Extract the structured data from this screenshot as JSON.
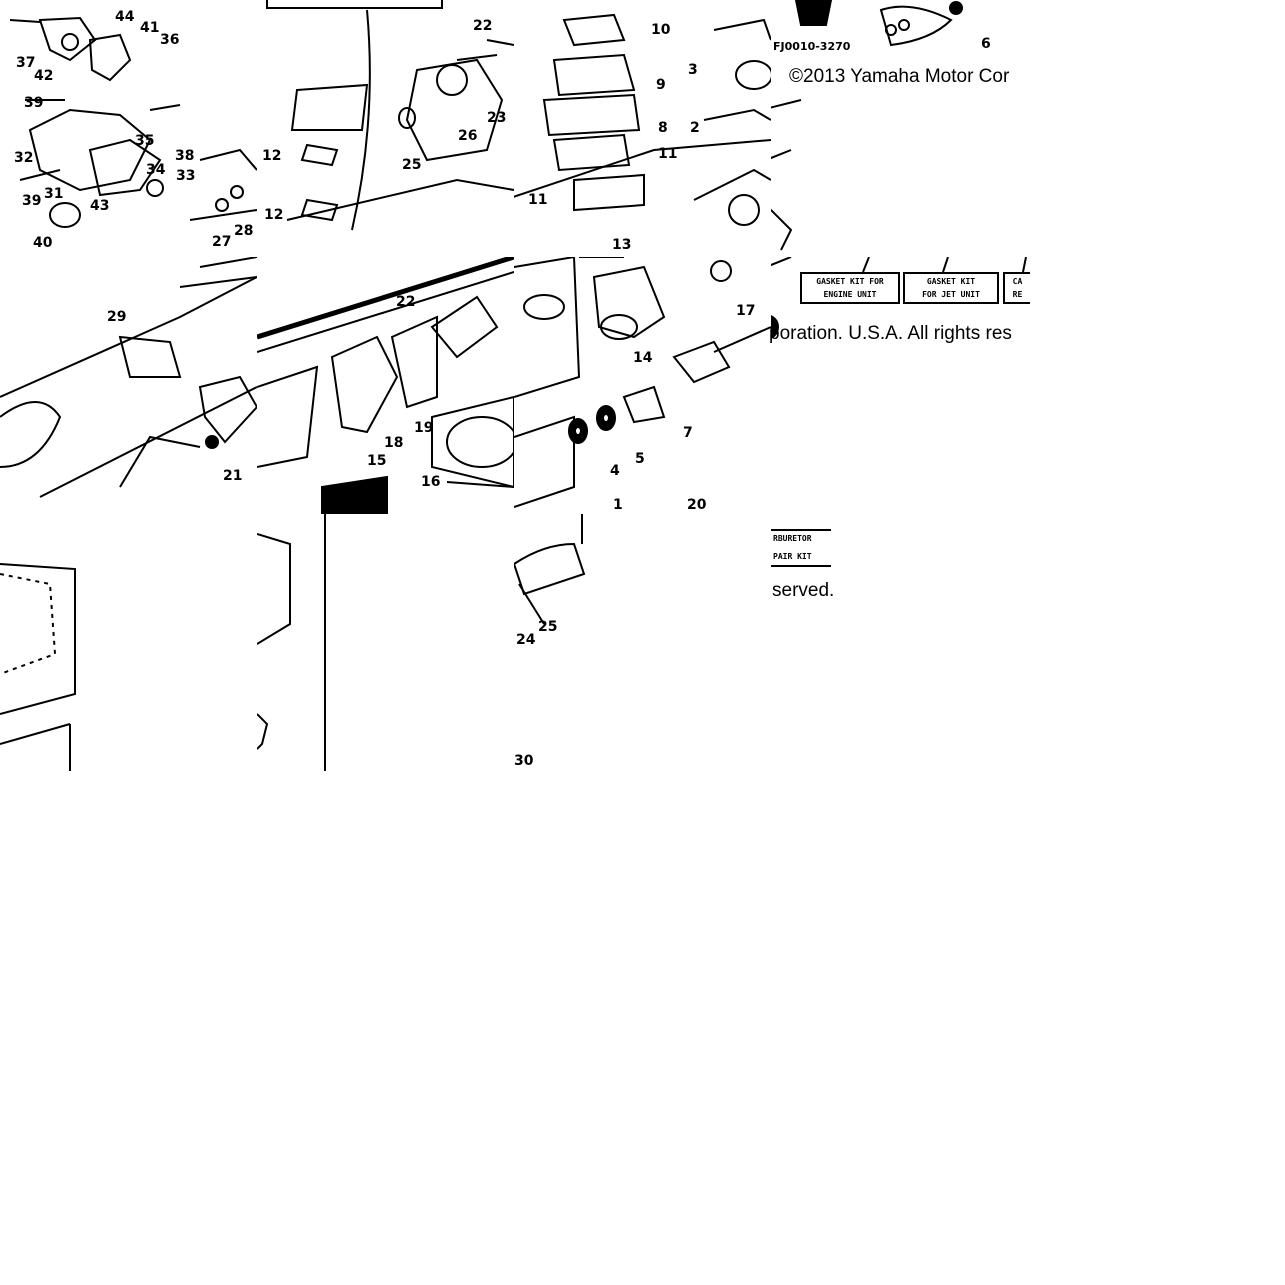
{
  "diagram": {
    "part_code": "FJ0010-3270",
    "copyright_part1": "©2013 Yamaha Motor Cor",
    "copyright_part2": "poration. U.S.A. All rights res",
    "copyright_part3": "served.",
    "kits": [
      {
        "line1": "GASKET KIT FOR",
        "line2": "ENGINE UNIT"
      },
      {
        "line1": "GASKET KIT",
        "line2": "FOR JET UNIT"
      },
      {
        "line1": "CA",
        "line2": "RE"
      }
    ],
    "carb_kit": {
      "line1": "RBURETOR",
      "line2": "PAIR KIT"
    },
    "labels": {
      "l44": "44",
      "l41": "41",
      "l36": "36",
      "l37": "37",
      "l42": "42",
      "l39a": "39",
      "l35": "35",
      "l38": "38",
      "l32": "32",
      "l34": "34",
      "l33": "33",
      "l39b": "39",
      "l31": "31",
      "l43": "43",
      "l40": "40",
      "l22a": "22",
      "l26": "26",
      "l23": "23",
      "l25a": "25",
      "l12a": "12",
      "l12b": "12",
      "l27": "27",
      "l28": "28",
      "l29": "29",
      "l22b": "22",
      "l10": "10",
      "l9": "9",
      "l8": "8",
      "l11a": "11",
      "l11b": "11",
      "l3": "3",
      "l2": "2",
      "l13": "13",
      "l17": "17",
      "l14": "14",
      "l7": "7",
      "l4": "4",
      "l5": "5",
      "l18": "18",
      "l19": "19",
      "l21": "21",
      "l15": "15",
      "l16": "16",
      "l1": "1",
      "l20": "20",
      "l6": "6",
      "l24": "24",
      "l25b": "25",
      "l30": "30"
    }
  }
}
